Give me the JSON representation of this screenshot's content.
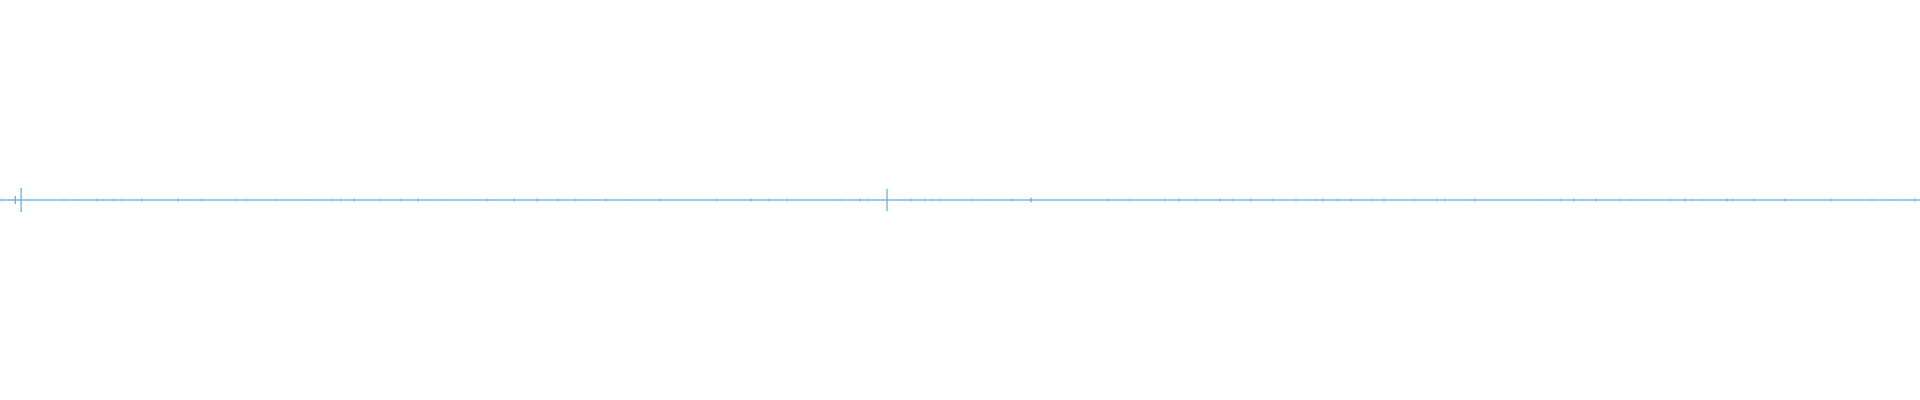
{
  "waveform": {
    "color": "#5aa9e6",
    "background": "#ffffff",
    "peaks": [
      {
        "position": 0.008,
        "amplitude": 0.01
      },
      {
        "position": 0.011,
        "amplitude": 0.03
      },
      {
        "position": 0.462,
        "amplitude": 0.028
      },
      {
        "position": 0.537,
        "amplitude": 0.006
      }
    ]
  }
}
